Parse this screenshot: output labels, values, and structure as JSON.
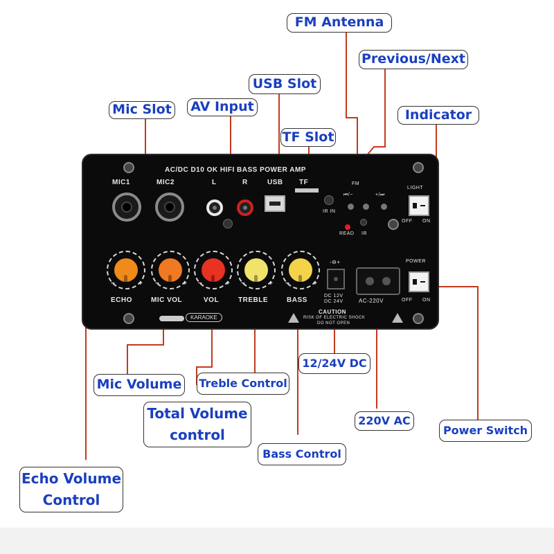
{
  "callouts": {
    "fm_antenna": "FM Antenna",
    "previous_next": "Previous/Next",
    "usb_slot": "USB Slot",
    "indicator": "Indicator",
    "mic_slot": "Mic Slot",
    "av_input": "AV Input",
    "tf_slot": "TF Slot",
    "dc_input": "12/24V DC",
    "mic_volume": "Mic Volume",
    "treble_control": "Treble Control",
    "total_volume": "Total Volume",
    "total_volume_2": "control",
    "ac_input": "220V AC",
    "power_switch": "Power Switch",
    "bass_control": "Bass Control",
    "echo_volume": "Echo Volume",
    "echo_volume_2": "Control"
  },
  "panel": {
    "title": "AC/DC  D10 OK  HIFI    BASS  POWER  AMP",
    "mic1": "MIC1",
    "mic2": "MIC2",
    "l": "L",
    "r": "R",
    "usb": "USB",
    "tf": "TF",
    "fm": "FM",
    "ir_in": "IR IN",
    "prev_symbol": "⏮/−",
    "next_symbol": "+/⏭",
    "read": "READ",
    "ir": "IR",
    "light": "LIGHT",
    "power": "POWER",
    "off": "OFF",
    "on": "ON",
    "echo": "ECHO",
    "mic_vol": "MIC VOL",
    "vol": "VOL",
    "treble": "TREBLE",
    "bass": "BASS",
    "dc_volt_1": "DC 12V",
    "dc_volt_2": "DC 24V",
    "ac_volt": "AC-220V",
    "karaoke": "KARAOKE",
    "caution": "CAUTION",
    "caution_1": "RISK OF ELECTRIC SHOCK",
    "caution_2": "DO NOT OPEN",
    "minus": "−",
    "plus": "+"
  },
  "colors": {
    "callout_text": "#1a3fbf",
    "wire": "#c23a1e",
    "echo_knob": "#f08a1a",
    "mic_knob": "#f07a22",
    "vol_knob": "#e83222",
    "treble_knob": "#f1e26a",
    "bass_knob": "#f4d24a"
  }
}
